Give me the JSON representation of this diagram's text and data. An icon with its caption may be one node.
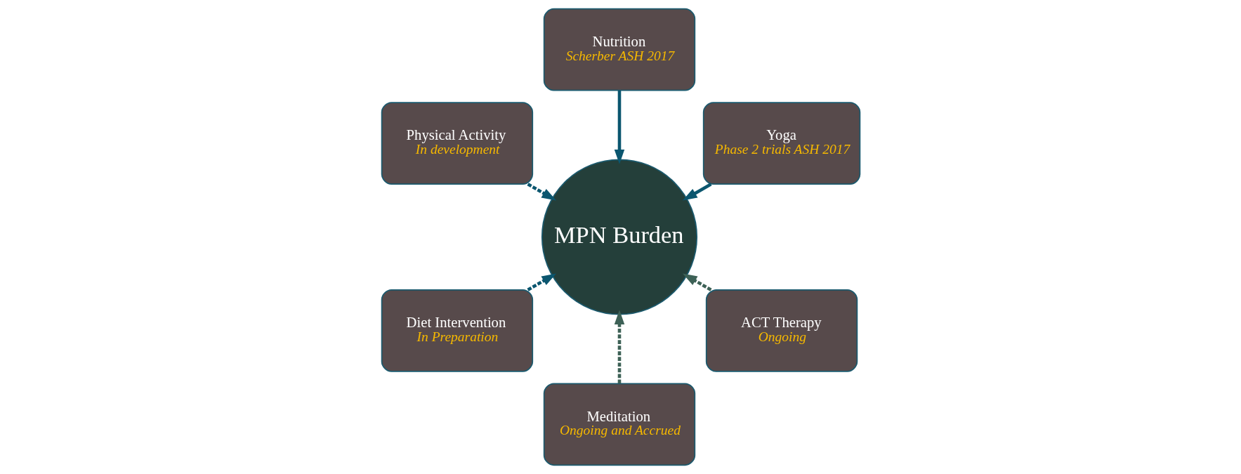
{
  "diagram": {
    "nodes": [
      {
        "text": [
          "Yoga",
          "Phase 2 trials ASH 2017"
        ]
      },
      {
        "text": [
          "Nutrition",
          "Scherber ASH 2017"
        ]
      },
      {
        "text": [
          "Physical Activity",
          "In development"
        ]
      },
      {
        "text": [
          "MPN Burden"
        ]
      },
      {
        "text": [
          "Diet Intervention",
          "In Preparation"
        ]
      },
      {
        "text": [
          "Meditation",
          "Ongoing and Accrued"
        ]
      },
      {
        "text": [
          "ACT Therapy",
          "Ongoing"
        ]
      }
    ],
    "edges": [
      {
        "from": 0,
        "to": 3,
        "arrow": "to"
      },
      {
        "from": 1,
        "to": 3,
        "arrow": "to"
      },
      {
        "from": 2,
        "to": 3,
        "arrow": "to",
        "style": "dashed"
      },
      {
        "from": 4,
        "to": 3,
        "arrow": "to",
        "style": "dashed"
      },
      {
        "from": 5,
        "to": 3,
        "arrow": "to",
        "style": "dashed",
        "color": "#3d6156"
      },
      {
        "from": 6,
        "to": 3,
        "arrow": "to",
        "style": "dashed",
        "color": "#3d6156"
      }
    ]
  }
}
